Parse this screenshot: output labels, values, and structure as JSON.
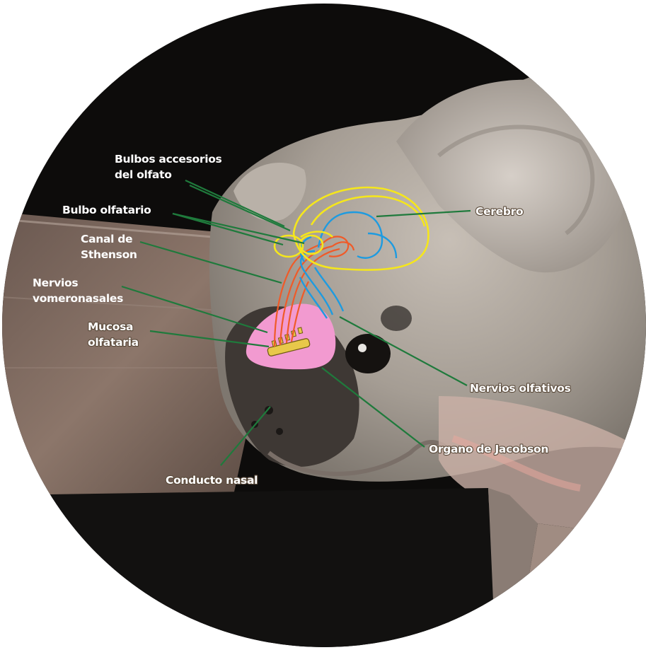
{
  "labels": {
    "bulbos_accesorios": [
      "Bulbos accesorios",
      "del olfato"
    ],
    "bulbo_olfatario": "Bulbo olfatario",
    "canal": [
      "Canal de",
      "Sthenson"
    ],
    "nervios_vomeronasales": [
      "Nervios",
      "vomeronasales"
    ],
    "mucosa": [
      "Mucosa",
      "olfataria"
    ],
    "cerebro": "Cerebro",
    "nervios_olfativos": "Nervios olfativos",
    "organo": "Organo de Jacobson",
    "conducto": "Conducto nasal"
  },
  "colors": {
    "leader_line": "#1f7a3c",
    "brain_outline": "#f5e61c",
    "olfactory_nerves": "#1e9be0",
    "vomeronasal_nerves": "#f05a28",
    "vomeronasal_organ": "#f29ad0",
    "mucosa": "#e8c84a",
    "background": "#0d0c0b"
  }
}
